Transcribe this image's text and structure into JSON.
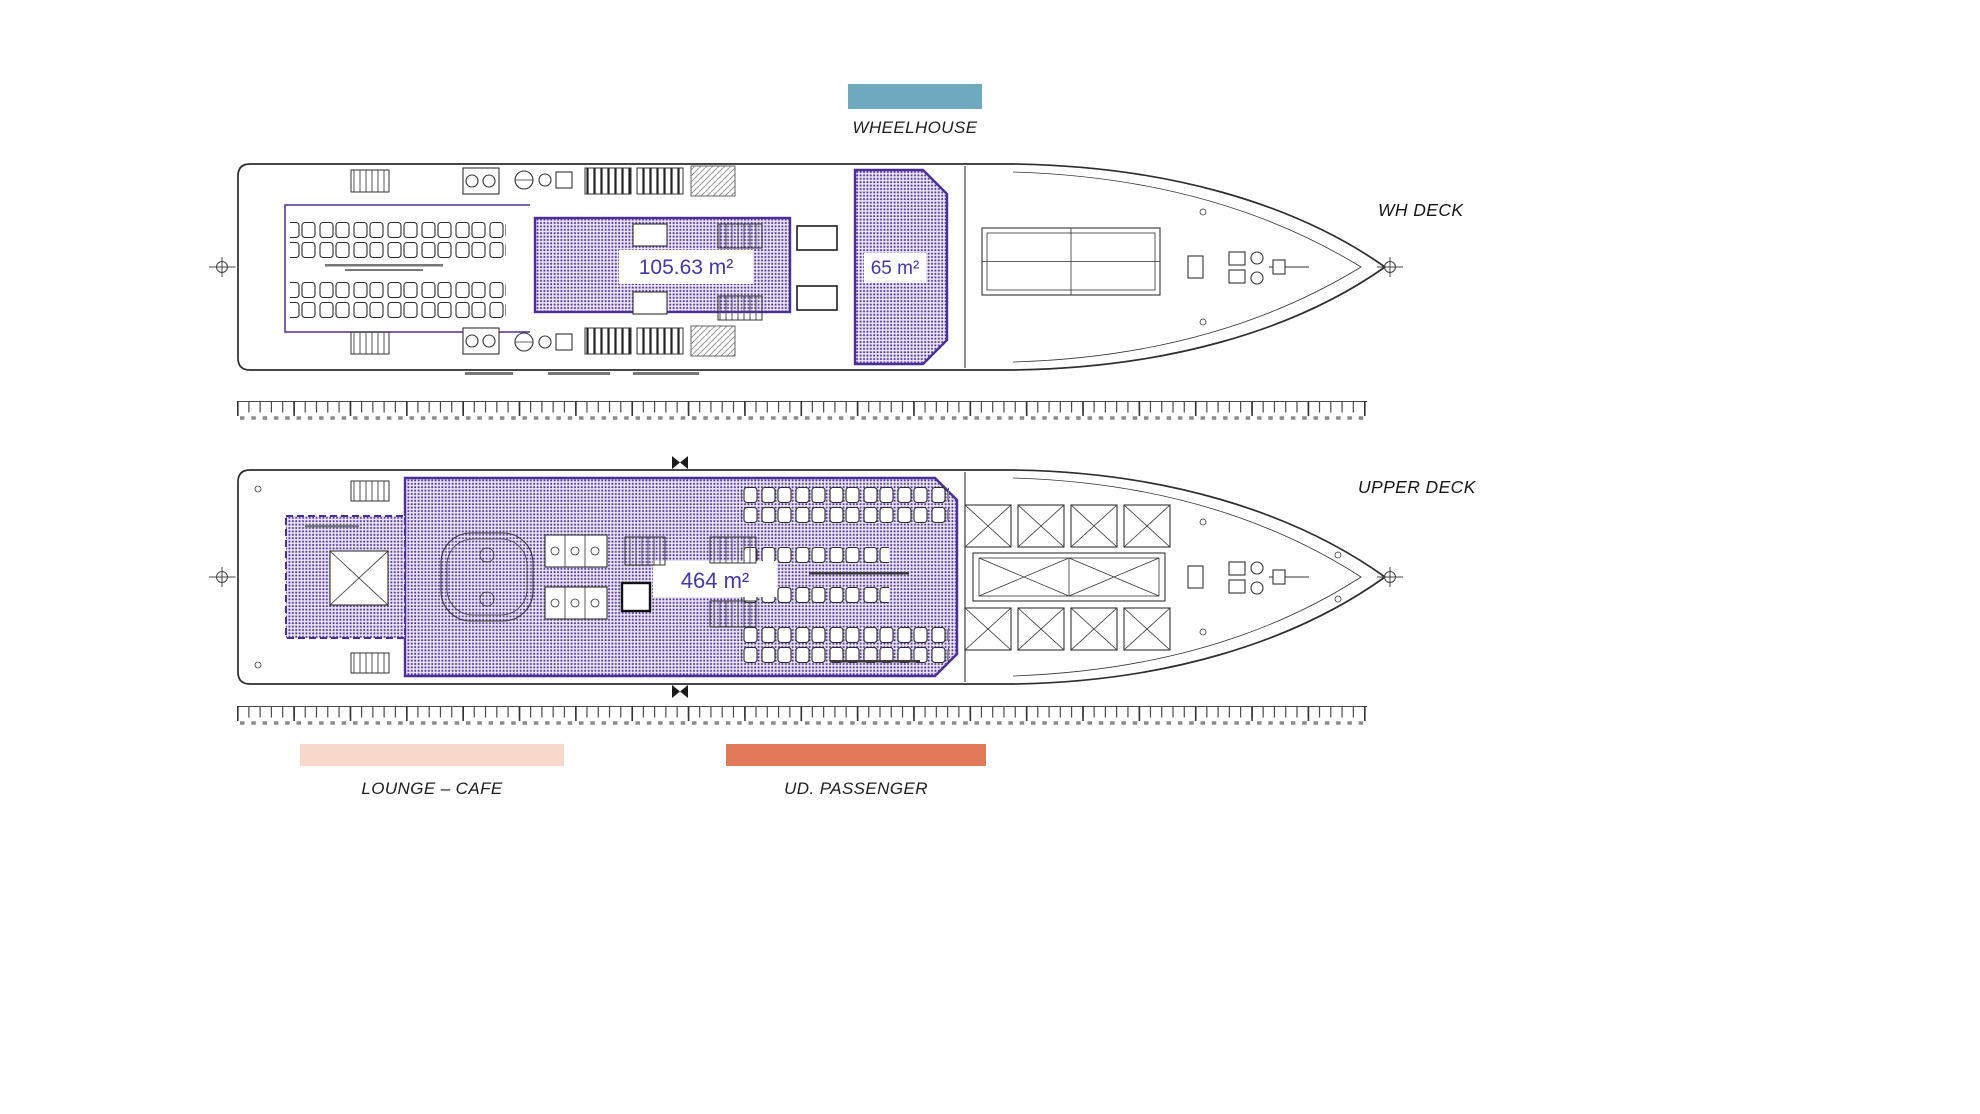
{
  "colors": {
    "wheelhouse": "#6FA9C0",
    "lounge_cafe": "#F8D8CB",
    "ud_passenger": "#E2795B",
    "hatch_purple": "#4B2F96",
    "hatch_bg": "#ECE5F7",
    "area_text": "#4239A6",
    "ruler": "#4A4A4A"
  },
  "legend": {
    "wheelhouse": "WHEELHOUSE",
    "lounge_cafe": "LOUNGE – CAFE",
    "ud_passenger": "UD. PASSENGER"
  },
  "decks": {
    "wh": {
      "title": "WH DECK",
      "area_saloon": "105.63 m²",
      "area_fwd": "65 m²"
    },
    "upper": {
      "title": "UPPER DECK",
      "area_main": "464 m²"
    }
  }
}
